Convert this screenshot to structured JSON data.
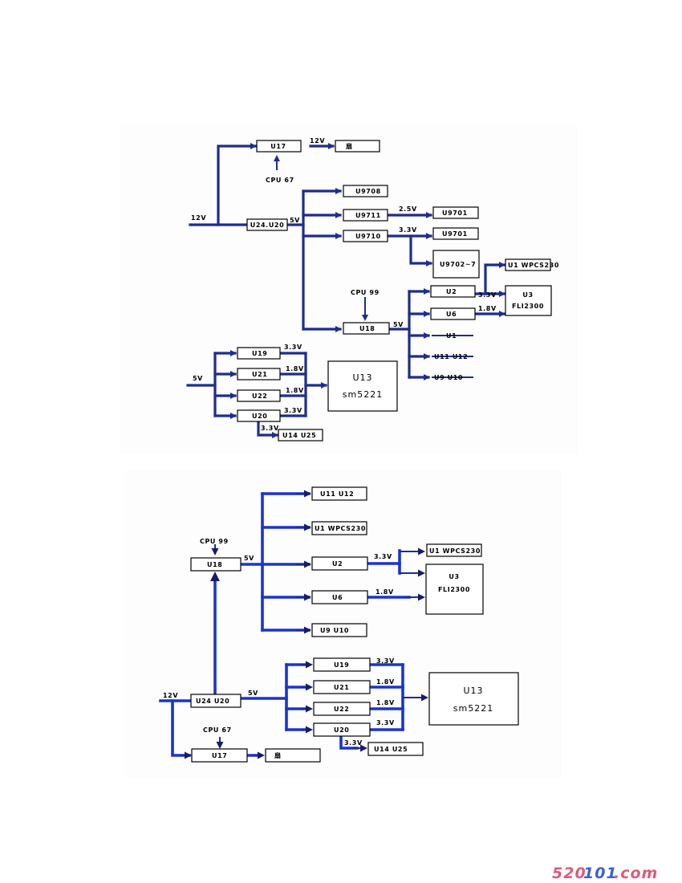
{
  "diagram1": {
    "in_12v": "12V",
    "in_5v": "5V",
    "boxes": {
      "u17": "U17",
      "fan": "扇",
      "u24": "U24.U20",
      "u9708": "U9708",
      "u9711": "U9711",
      "u9710": "U9710",
      "u9701a": "U9701",
      "u9701b": "U9701",
      "u9702": "U9702~7",
      "u1wpc": "U1 WPCS230",
      "u3a": "U3",
      "u3b": "FLI2300",
      "u18": "U18",
      "u2": "U2",
      "u6": "U6",
      "u1": "U1",
      "u11": "U11 U12",
      "u9": "U9 U10",
      "u19": "U19",
      "u21": "U21",
      "u22": "U22",
      "u20": "U20",
      "u13a": "U13",
      "u13b": "sm5221",
      "u14": "U14 U25"
    },
    "labels": {
      "cpu67": "CPU 67",
      "cpu99": "CPU 99",
      "v12_u17": "12V",
      "v5_u24": "5V",
      "v25": "2.5V",
      "v33_9710": "3.3V",
      "v5_u18": "5V",
      "v33_u2": "3.3V",
      "v18_u6": "1.8V",
      "v33_u19": "3.3V",
      "v18_u21": "1.8V",
      "v18_u22": "1.8V",
      "v33_u20": "3.3V",
      "v33_u14": "3.3V"
    }
  },
  "diagram2": {
    "in_12v": "12V",
    "boxes": {
      "u11": "U11  U12",
      "u1wpc_top": "U1 WPCS230",
      "u18": "U18",
      "u2": "U2",
      "u1wpc_right": "U1 WPCS230",
      "u3a": "U3",
      "u3b": "FLI2300",
      "u6": "U6",
      "u9": "U9  U10",
      "u19": "U19",
      "u21": "U21",
      "u22": "U22",
      "u20": "U20",
      "u13a": "U13",
      "u13b": "sm5221",
      "u24": "U24  U20",
      "u17": "U17",
      "fan": "扇",
      "u14": "U14  U25"
    },
    "labels": {
      "cpu99": "CPU 99",
      "cpu67": "CPU 67",
      "v5_u18": "5V",
      "v33_u2": "3.3V",
      "v18_u6": "1.8V",
      "v5_u24": "5V",
      "v33_u19": "3.3V",
      "v18_u21": "1.8V",
      "v18_u22": "1.8V",
      "v33_u20": "3.3V",
      "v33_u14": "3.3V"
    }
  },
  "watermark": "520101.com",
  "colors": {
    "wire_dark": "#1e2d8c",
    "wire_bright": "#1a35cc",
    "watermark_a": "#e05a7a",
    "watermark_b": "#3a5fd0"
  }
}
